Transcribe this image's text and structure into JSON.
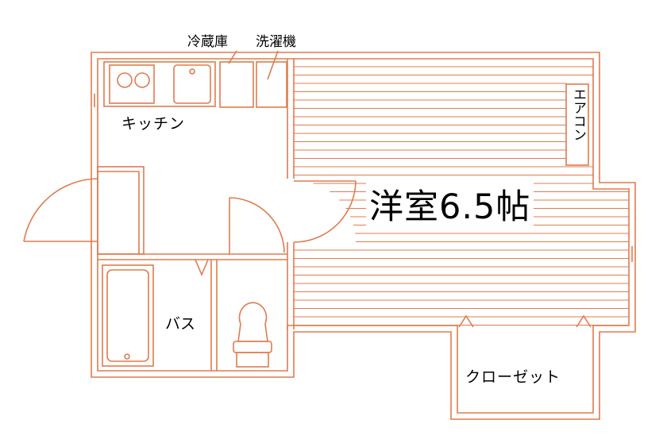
{
  "labels": {
    "fridge": "冷蔵庫",
    "washer": "洗濯機",
    "kitchen": "キッチン",
    "aircon": "エアコン",
    "room": "洋室6.5帖",
    "bath": "バス",
    "closet": "クローゼット"
  },
  "colors": {
    "wall": "#e07b4f",
    "wall_fill": "#ffffff",
    "text": "#000000"
  }
}
